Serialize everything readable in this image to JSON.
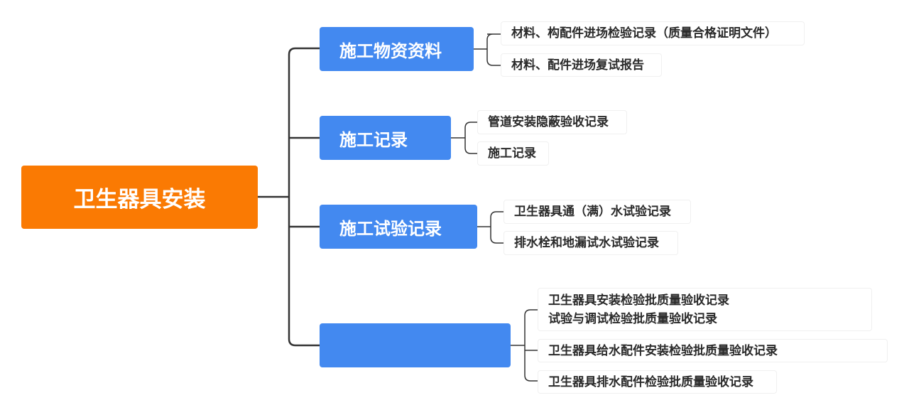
{
  "root": {
    "label": "卫生器具安装",
    "color": "#FA7A03"
  },
  "branches": [
    {
      "label": "施工物资资料",
      "leaves": [
        "材料、构配件进场检验记录（质量合格证明文件）",
        "材料、配件进场复试报告"
      ]
    },
    {
      "label": "施工记录",
      "leaves": [
        "管道安装隐蔽验收记录",
        "施工记录"
      ]
    },
    {
      "label": "施工试验记录",
      "leaves": [
        "卫生器具通（满）水试验记录",
        "排水栓和地漏试水试验记录"
      ]
    },
    {
      "label": "",
      "leaves": [
        [
          "卫生器具安装检验批质量验收记录",
          "试验与调试检验批质量验收记录"
        ],
        "卫生器具给水配件安装检验批质量验收记录",
        "卫生器具排水配件检验批质量验收记录"
      ]
    }
  ],
  "branch_color": "#4389F0"
}
